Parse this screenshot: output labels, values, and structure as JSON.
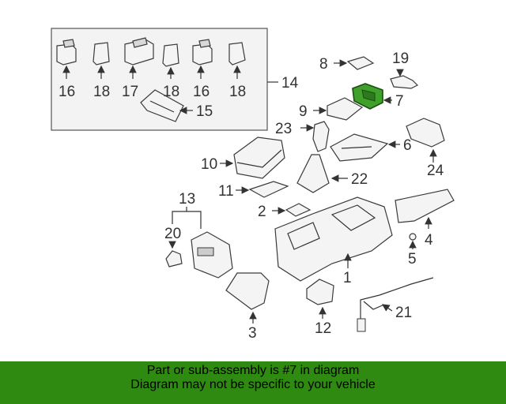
{
  "diagram": {
    "callouts": {
      "c1": "1",
      "c2": "2",
      "c3": "3",
      "c4": "4",
      "c5": "5",
      "c6": "6",
      "c7": "7",
      "c8": "8",
      "c9": "9",
      "c10": "10",
      "c11": "11",
      "c12": "12",
      "c13": "13",
      "c14": "14",
      "c15": "15",
      "c16a": "16",
      "c16b": "16",
      "c17": "17",
      "c18a": "18",
      "c18b": "18",
      "c18c": "18",
      "c19": "19",
      "c20": "20",
      "c21": "21",
      "c22": "22",
      "c23": "23",
      "c24": "24"
    },
    "highlight_color": "#3fa02a"
  },
  "banner": {
    "line1": "Part or sub-assembly is #7 in diagram",
    "line2": "Diagram may not be specific to your vehicle",
    "background": "#2f8a12"
  }
}
